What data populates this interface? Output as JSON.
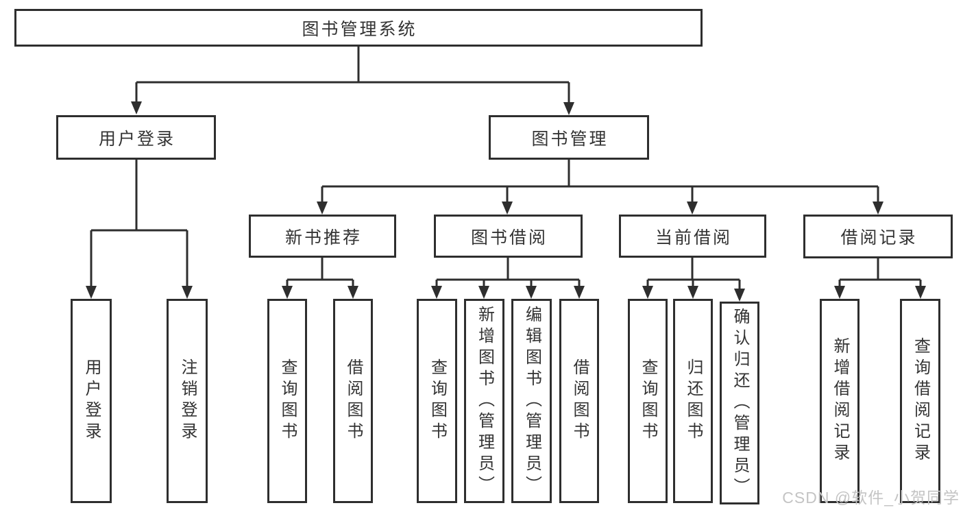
{
  "colors": {
    "line": "#2e2e2e",
    "text": "#333333",
    "background": "#ffffff",
    "watermark": "#c4c4c4"
  },
  "watermark": {
    "text": "CSDN @软件_小贺同学"
  },
  "tree": {
    "root": "图书管理系统",
    "branches": [
      {
        "label": "用户登录",
        "children": [
          "用户登录",
          "注销登录"
        ]
      },
      {
        "label": "图书管理",
        "children": [
          {
            "label": "新书推荐",
            "children": [
              "查询图书",
              "借阅图书"
            ]
          },
          {
            "label": "图书借阅",
            "children": [
              "查询图书",
              "新增图书（管理员）",
              "编辑图书（管理员）",
              "借阅图书"
            ]
          },
          {
            "label": "当前借阅",
            "children": [
              "查询图书",
              "归还图书",
              "确认归还（管理员）"
            ]
          },
          {
            "label": "借阅记录",
            "children": [
              "新增借阅记录",
              "查询借阅记录"
            ]
          }
        ]
      }
    ]
  }
}
